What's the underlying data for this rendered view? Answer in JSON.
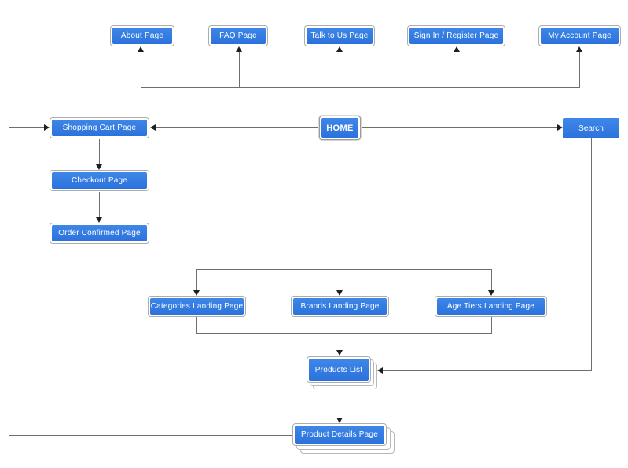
{
  "diagram": {
    "type": "sitemap-flowchart",
    "nodes": {
      "about": "About Page",
      "faq": "FAQ Page",
      "talk_to_us": "Talk to Us Page",
      "sign_in_register": "Sign In / Register Page",
      "my_account": "My Account Page",
      "home": "HOME",
      "shopping_cart": "Shopping Cart Page",
      "search": "Search",
      "checkout": "Checkout Page",
      "order_confirmed": "Order Confirmed Page",
      "categories_landing": "Categories Landing Page",
      "brands_landing": "Brands Landing Page",
      "age_tiers_landing": "Age Tiers Landing Page",
      "products_list": "Products List",
      "product_details": "Product Details Page"
    },
    "edges": [
      {
        "from": "home",
        "to": "about"
      },
      {
        "from": "home",
        "to": "faq"
      },
      {
        "from": "home",
        "to": "talk_to_us"
      },
      {
        "from": "home",
        "to": "sign_in_register"
      },
      {
        "from": "home",
        "to": "my_account"
      },
      {
        "from": "home",
        "to": "shopping_cart"
      },
      {
        "from": "home",
        "to": "search"
      },
      {
        "from": "shopping_cart",
        "to": "checkout"
      },
      {
        "from": "checkout",
        "to": "order_confirmed"
      },
      {
        "from": "home",
        "to": "categories_landing"
      },
      {
        "from": "home",
        "to": "brands_landing"
      },
      {
        "from": "home",
        "to": "age_tiers_landing"
      },
      {
        "from": "categories_landing",
        "to": "products_list"
      },
      {
        "from": "brands_landing",
        "to": "products_list"
      },
      {
        "from": "age_tiers_landing",
        "to": "products_list"
      },
      {
        "from": "search",
        "to": "products_list"
      },
      {
        "from": "products_list",
        "to": "product_details"
      },
      {
        "from": "product_details",
        "to": "shopping_cart"
      }
    ],
    "colors": {
      "node_fill_top": "#3f87e8",
      "node_fill_bottom": "#2b72dc",
      "node_border": "#adadad",
      "connector": "#6e6e6e",
      "text": "#ffffff",
      "background": "#ffffff"
    }
  }
}
